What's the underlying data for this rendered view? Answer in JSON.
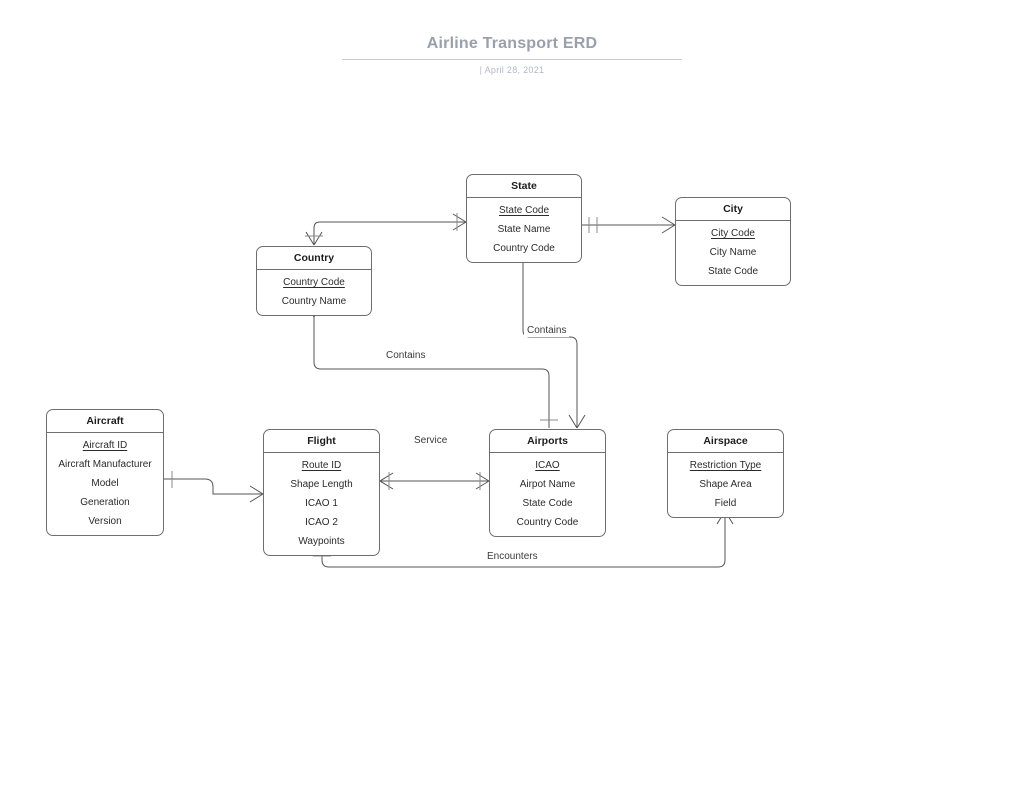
{
  "header": {
    "title": "Airline Transport ERD",
    "subtitle": "|  April 28, 2021"
  },
  "colors": {
    "title": "#9aa0ab",
    "subtitle": "#b3b8c1",
    "entity_border": "#6e6e6e",
    "connector": "#555555",
    "background": "#ffffff"
  },
  "diagram": {
    "type": "entity-relationship-diagram",
    "notation": "crow's foot",
    "entities": [
      {
        "id": "state",
        "title": "State",
        "attributes": [
          {
            "label": "State Code",
            "key": true
          },
          {
            "label": "State Name",
            "key": false
          },
          {
            "label": "Country Code",
            "key": false
          }
        ]
      },
      {
        "id": "city",
        "title": "City",
        "attributes": [
          {
            "label": "City Code",
            "key": true
          },
          {
            "label": "City Name",
            "key": false
          },
          {
            "label": "State Code",
            "key": false
          }
        ]
      },
      {
        "id": "country",
        "title": "Country",
        "attributes": [
          {
            "label": "Country Code",
            "key": true
          },
          {
            "label": "Country Name",
            "key": false
          }
        ]
      },
      {
        "id": "aircraft",
        "title": "Aircraft",
        "attributes": [
          {
            "label": "Aircraft ID",
            "key": true
          },
          {
            "label": "Aircraft Manufacturer",
            "key": false
          },
          {
            "label": "Model",
            "key": false
          },
          {
            "label": "Generation",
            "key": false
          },
          {
            "label": "Version",
            "key": false
          }
        ]
      },
      {
        "id": "flight",
        "title": "Flight",
        "attributes": [
          {
            "label": "Route ID",
            "key": true
          },
          {
            "label": "Shape Length",
            "key": false
          },
          {
            "label": "ICAO 1",
            "key": false
          },
          {
            "label": "ICAO 2",
            "key": false
          },
          {
            "label": "Waypoints",
            "key": false
          }
        ]
      },
      {
        "id": "airports",
        "title": "Airports",
        "attributes": [
          {
            "label": "ICAO",
            "key": true
          },
          {
            "label": "Airpot Name",
            "key": false
          },
          {
            "label": "State Code",
            "key": false
          },
          {
            "label": "Country Code",
            "key": false
          }
        ]
      },
      {
        "id": "airspace",
        "title": "Airspace",
        "attributes": [
          {
            "label": "Restriction Type",
            "key": true
          },
          {
            "label": "Shape Area",
            "key": false
          },
          {
            "label": "Field",
            "key": false
          }
        ]
      }
    ],
    "relationships": [
      {
        "id": "country-state",
        "label": "",
        "from": "country",
        "to": "state"
      },
      {
        "id": "state-city",
        "label": "",
        "from": "state",
        "to": "city"
      },
      {
        "id": "state-airports",
        "label": "Contains",
        "from": "state",
        "to": "airports"
      },
      {
        "id": "country-airports",
        "label": "Contains",
        "from": "country",
        "to": "airports"
      },
      {
        "id": "flight-airports",
        "label": "Service",
        "from": "flight",
        "to": "airports"
      },
      {
        "id": "flight-airspace",
        "label": "Encounters",
        "from": "flight",
        "to": "airspace"
      },
      {
        "id": "aircraft-flight",
        "label": "",
        "from": "aircraft",
        "to": "flight"
      }
    ]
  }
}
